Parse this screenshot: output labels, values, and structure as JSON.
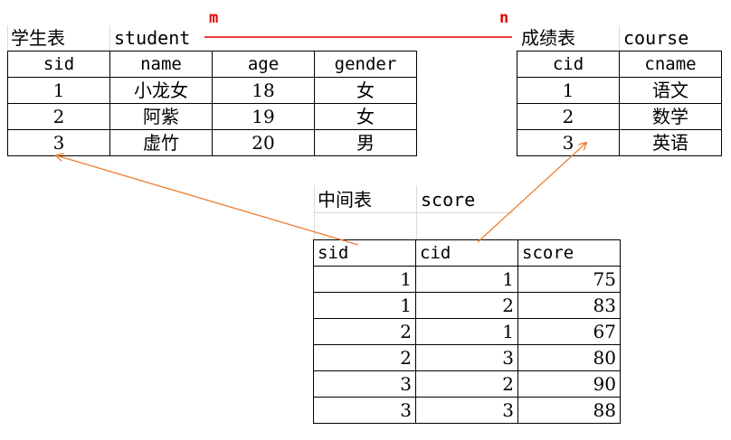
{
  "student": {
    "caption_cn": "学生表",
    "caption_en": "student",
    "headers": [
      "sid",
      "name",
      "age",
      "gender"
    ],
    "rows": [
      [
        "1",
        "小龙女",
        "18",
        "女"
      ],
      [
        "2",
        "阿紫",
        "19",
        "女"
      ],
      [
        "3",
        "虚竹",
        "20",
        "男"
      ]
    ]
  },
  "course": {
    "caption_cn": "成绩表",
    "caption_en": "course",
    "headers": [
      "cid",
      "cname"
    ],
    "rows": [
      [
        "1",
        "语文"
      ],
      [
        "2",
        "数学"
      ],
      [
        "3",
        "英语"
      ]
    ]
  },
  "score": {
    "caption_cn": "中间表",
    "caption_en": "score",
    "headers": [
      "sid",
      "cid",
      "score"
    ],
    "rows": [
      [
        "1",
        "1",
        "75"
      ],
      [
        "1",
        "2",
        "83"
      ],
      [
        "2",
        "1",
        "67"
      ],
      [
        "2",
        "3",
        "80"
      ],
      [
        "3",
        "2",
        "90"
      ],
      [
        "3",
        "3",
        "88"
      ]
    ]
  },
  "relation": {
    "left": "m",
    "right": "n"
  },
  "colors": {
    "relation_line": "#e00000",
    "arrow": "#ed7d31"
  }
}
